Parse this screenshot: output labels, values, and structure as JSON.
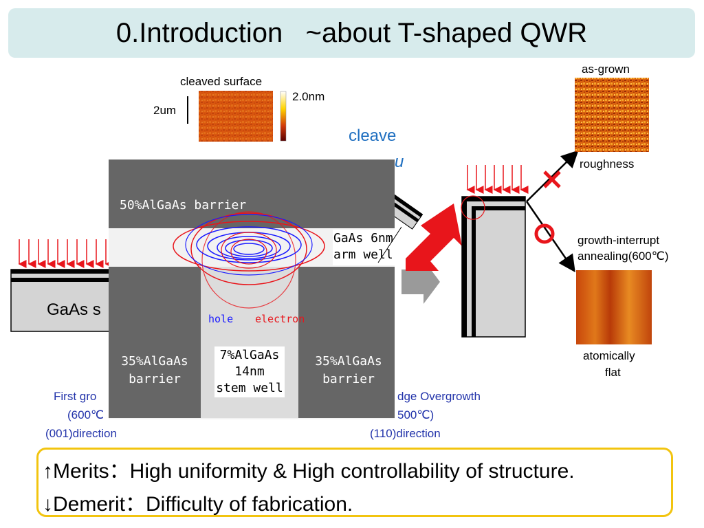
{
  "title": "0.Introduction   ~about T-shaped QWR",
  "afm": {
    "cleaved_surface": "cleaved surface",
    "scale_bar": "2um",
    "height_scale": "2.0nm",
    "as_grown": "as-grown",
    "roughness": "roughness",
    "growth_interrupt": "growth-interrupt",
    "annealing": "annealing(600℃)",
    "atomically": "atomically",
    "flat": "flat"
  },
  "cleave_text_1": "cleave",
  "cleave_text_2": "u",
  "substrate_label": "GaAs s",
  "first_growth": {
    "line1": "First gro",
    "line2": "(600℃",
    "line3": "(001)direction"
  },
  "edge_overgrowth": {
    "line1": "dge Overgrowth",
    "line2": "500℃)",
    "line3": "(110)direction"
  },
  "cross_section": {
    "barrier_top": "50%AlGaAs barrier",
    "arm_well_1": "GaAs 6nm",
    "arm_well_2": "arm well",
    "hole": "hole",
    "electron": "electron",
    "barrier_left_1": "35%AlGaAs",
    "barrier_left_2": "barrier",
    "stem_1": "7%AlGaAs",
    "stem_2": "14nm",
    "stem_3": "stem well",
    "barrier_right_1": "35%AlGaAs",
    "barrier_right_2": "barrier"
  },
  "marks": {
    "bad": "×",
    "good": "O"
  },
  "merits": {
    "line1": "↑Merits：High uniformity & High controllability of structure.",
    "line2": "↓Demerit：Difficulty of fabrication."
  },
  "colors": {
    "title_bg": "#d7ebec",
    "arrow_red": "#e8151b",
    "box_border": "#f2c40f",
    "caption_blue": "#2233aa"
  }
}
